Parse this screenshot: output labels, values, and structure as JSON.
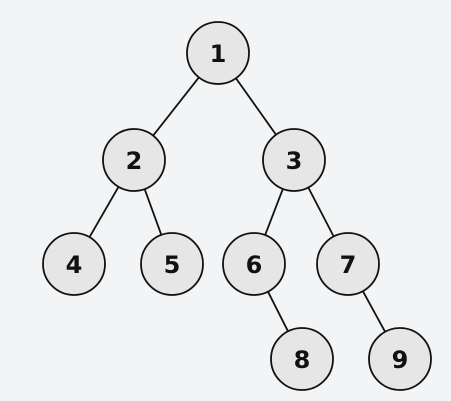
{
  "tree": {
    "nodes": [
      {
        "id": "1",
        "label": "1"
      },
      {
        "id": "2",
        "label": "2"
      },
      {
        "id": "3",
        "label": "3"
      },
      {
        "id": "4",
        "label": "4"
      },
      {
        "id": "5",
        "label": "5"
      },
      {
        "id": "6",
        "label": "6"
      },
      {
        "id": "7",
        "label": "7"
      },
      {
        "id": "8",
        "label": "8"
      },
      {
        "id": "9",
        "label": "9"
      }
    ],
    "edges": [
      {
        "from": "1",
        "to": "2"
      },
      {
        "from": "1",
        "to": "3"
      },
      {
        "from": "2",
        "to": "4"
      },
      {
        "from": "2",
        "to": "5"
      },
      {
        "from": "3",
        "to": "6"
      },
      {
        "from": "3",
        "to": "7"
      },
      {
        "from": "6",
        "to": "8"
      },
      {
        "from": "7",
        "to": "9"
      }
    ]
  },
  "colors": {
    "node_fill": "#e6e6e6",
    "stroke": "#111111",
    "background": "#f3f4f5"
  }
}
